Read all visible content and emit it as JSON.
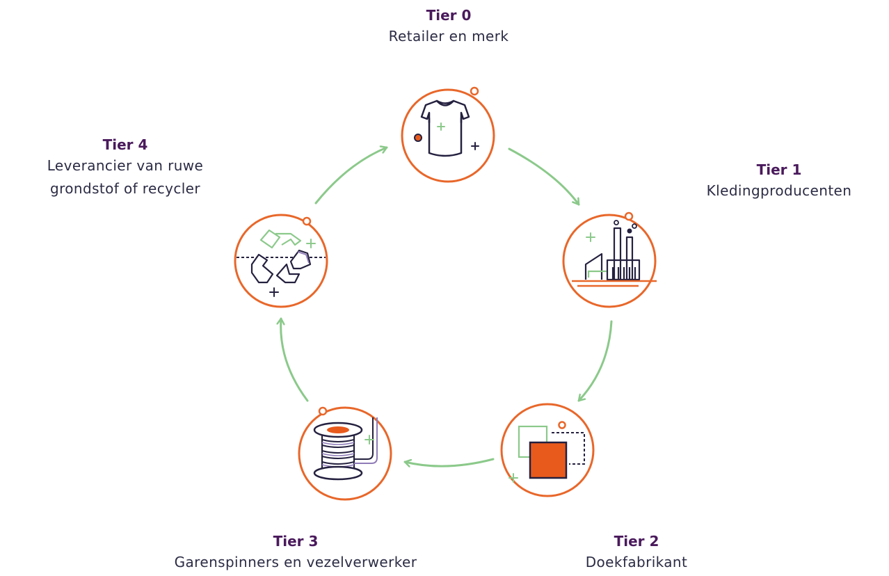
{
  "colors": {
    "orange": "#e8672a",
    "green": "#8bc98a",
    "navy": "#24203f",
    "purple": "#4a1a5c",
    "fill_orange": "#e85a1c"
  },
  "tiers": [
    {
      "title": "Tier 0",
      "desc_lines": [
        "Retailer en merk"
      ],
      "icon": "t-shirt-icon"
    },
    {
      "title": "Tier 1",
      "desc_lines": [
        "Kledingproducenten"
      ],
      "icon": "factory-icon"
    },
    {
      "title": "Tier 2",
      "desc_lines": [
        "Doekfabrikant"
      ],
      "icon": "fabric-squares-icon"
    },
    {
      "title": "Tier 3",
      "desc_lines": [
        "Garenspinners en vezelverwerker"
      ],
      "icon": "yarn-spool-icon"
    },
    {
      "title": "Tier 4",
      "desc_lines": [
        "Leverancier van ruwe",
        "grondstof of recycler"
      ],
      "icon": "recycle-icon"
    }
  ]
}
